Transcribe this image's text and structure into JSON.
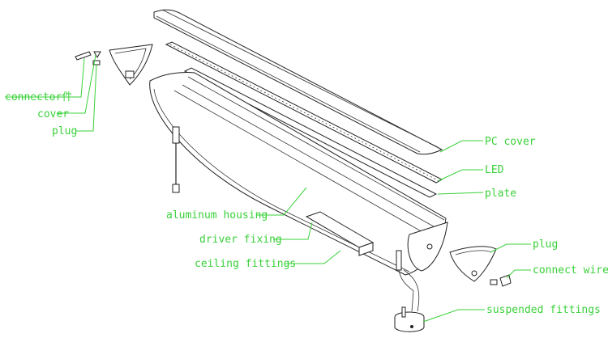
{
  "diagram": {
    "label_color": "#3ad13a",
    "labels": {
      "connector": "connector件",
      "cover": "cover",
      "plug_left": "plug",
      "pc_cover": "PC cover",
      "led": "LED",
      "plate": "plate",
      "aluminum_housing": "aluminum housing",
      "driver_fixing": "driver fixing",
      "ceiling_fittings": "ceiling fittings",
      "plug_right": "plug",
      "connect_wire": "connect wire",
      "suspended_fittings": "suspended fittings"
    }
  }
}
